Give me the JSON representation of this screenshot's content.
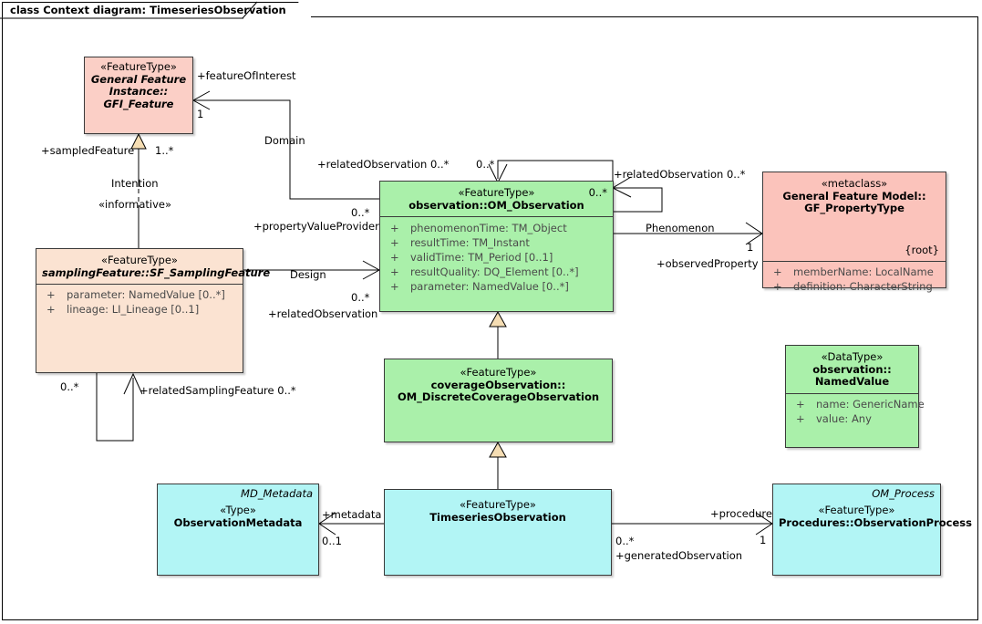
{
  "diagram": {
    "title": "class Context diagram: TimeseriesObservation",
    "type": "uml-class-diagram",
    "colors": {
      "featuretype_pink": "#fbcfc6",
      "metaclass_pink": "#fbc3bb",
      "samplingfeature_peach": "#fbe3d2",
      "observation_green": "#aaf0aa",
      "timeseries_cyan": "#b2f5f5",
      "line": "#000000",
      "generalization_fill": "#f5ddb3"
    }
  },
  "classes": {
    "gfi_feature": {
      "stereotype": "«FeatureType»",
      "name_line1": "General Feature",
      "name_line2": "Instance::",
      "name_line3": "GFI_Feature",
      "attributes": []
    },
    "sampling_feature": {
      "stereotype": "«FeatureType»",
      "name": "samplingFeature::SF_SamplingFeature",
      "attributes": [
        {
          "vis": "+",
          "text": "parameter: NamedValue [0..*]"
        },
        {
          "vis": "+",
          "text": "lineage: LI_Lineage [0..1]"
        }
      ]
    },
    "om_observation": {
      "stereotype": "«FeatureType»",
      "name": "observation::OM_Observation",
      "corner_multiplicity": "0..*",
      "attributes": [
        {
          "vis": "+",
          "text": "phenomenonTime: TM_Object"
        },
        {
          "vis": "+",
          "text": "resultTime: TM_Instant"
        },
        {
          "vis": "+",
          "text": "validTime: TM_Period [0..1]"
        },
        {
          "vis": "+",
          "text": "resultQuality: DQ_Element [0..*]"
        },
        {
          "vis": "+",
          "text": "parameter: NamedValue [0..*]"
        }
      ]
    },
    "gf_propertytype": {
      "stereotype": "«metaclass»",
      "name_line1": "General Feature Model::",
      "name_line2": "GF_PropertyType",
      "tag": "{root}",
      "attributes": [
        {
          "vis": "+",
          "text": "memberName: LocalName"
        },
        {
          "vis": "+",
          "text": "definition: CharacterString"
        }
      ]
    },
    "discrete_coverage": {
      "stereotype": "«FeatureType»",
      "name_line1": "coverageObservation::",
      "name_line2": "OM_DiscreteCoverageObservation",
      "attributes": []
    },
    "named_value": {
      "stereotype": "«DataType»",
      "name_line1": "observation::",
      "name_line2": "NamedValue",
      "attributes": [
        {
          "vis": "+",
          "text": "name: GenericName"
        },
        {
          "vis": "+",
          "text": "value: Any"
        }
      ]
    },
    "observation_metadata": {
      "corner_type": "MD_Metadata",
      "stereotype": "«Type»",
      "name": "ObservationMetadata",
      "attributes": []
    },
    "timeseries_observation": {
      "stereotype": "«FeatureType»",
      "name": "TimeseriesObservation",
      "attributes": []
    },
    "observation_process": {
      "corner_type": "OM_Process",
      "stereotype": "«FeatureType»",
      "name": "Procedures::ObservationProcess",
      "attributes": []
    }
  },
  "connector_labels": {
    "feature_of_interest": "+featureOfInterest",
    "feature_of_interest_mult": "1",
    "sampled_feature": "+sampledFeature",
    "sampled_feature_mult": "1..*",
    "intention": "Intention",
    "informative": "«informative»",
    "domain": "Domain",
    "related_observation_left": "+relatedObservation 0..*",
    "self_top_mult": "0..*",
    "property_value_provider_mult": "0..*",
    "property_value_provider": "+propertyValueProvider",
    "related_observation_right": "+relatedObservation 0..*",
    "design": "Design",
    "design_mult": "0..*",
    "related_observation_design": "+relatedObservation",
    "phenomenon": "Phenomenon",
    "observed_property": "+observedProperty",
    "observed_property_mult": "1",
    "related_sampling_feature": "+relatedSamplingFeature 0..*",
    "related_sampling_feature_mult": "0..*",
    "metadata": "+metadata",
    "metadata_mult": "0..1",
    "procedure": "+procedure",
    "procedure_mult": "1",
    "generated_observation": "+generatedObservation",
    "generated_observation_mult": "0..*"
  }
}
